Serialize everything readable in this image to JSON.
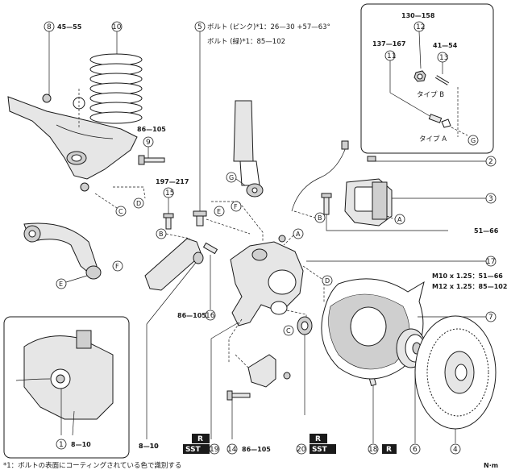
{
  "torques": {
    "t8": "45—55",
    "t9": "86—105",
    "t15": "197—217",
    "t5_label_pink": "ボルト (ピンク)*1：26—30 +57—63°",
    "t5_label_green": "ボルト (緑)*1：85—102",
    "t12": "130—158",
    "t11": "137—167",
    "t13": "41—54",
    "t3": "51—66",
    "t17_m10": "M10 x 1.25：51—66",
    "t17_m12": "M12 x 1.25：85—102",
    "t16": "86—105",
    "t14": "86—105",
    "t1": "8—10",
    "t_left_bottom": "8—10"
  },
  "inset_labels": {
    "type_b": "タイプ B",
    "type_a": "タイプ A"
  },
  "badges": {
    "r": "R",
    "sst": "SST"
  },
  "footnote": "*1：ボルトの表面にコーティングされている色で識別する",
  "unit": "N·m",
  "callouts": {
    "c1": "1",
    "c2": "2",
    "c3": "3",
    "c4": "4",
    "c5": "5",
    "c6": "6",
    "c7": "7",
    "c8": "8",
    "c9": "9",
    "c10": "10",
    "c11": "11",
    "c12": "12",
    "c13": "13",
    "c14": "14",
    "c15": "15",
    "c16": "16",
    "c17": "17",
    "c18": "18",
    "c19": "19",
    "c20": "20"
  },
  "letters": {
    "a": "A",
    "b": "B",
    "c": "C",
    "d": "D",
    "e": "E",
    "f": "F",
    "g": "G"
  }
}
